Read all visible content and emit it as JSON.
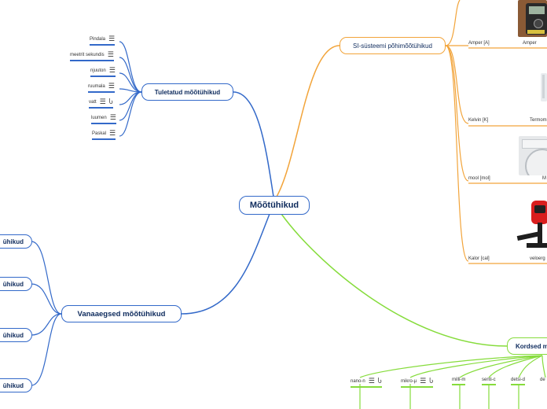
{
  "root": {
    "label": "Mõõtühikud"
  },
  "derived": {
    "label": "Tuletatud mõõtühikud",
    "items": [
      "Pindala",
      "meetrit sekundis",
      "njuuton",
      "ruumala",
      "vatt",
      "luumen",
      "Paskal"
    ]
  },
  "si": {
    "label": "SI-süsteemi põhimõõtühikud",
    "units": [
      "Amper [A]",
      "Kelvin [K]",
      "mool [mol]",
      "Kalor [cal]"
    ],
    "captions": [
      "Amper",
      "Termom",
      "M",
      "veloerg"
    ]
  },
  "old": {
    "label": "Vanaaegsed mõõtühikud",
    "items": [
      "ühikud",
      "ühikud",
      "ühikud",
      "ühikud"
    ]
  },
  "multi": {
    "label": "Kordsed m",
    "items": [
      "nano-n",
      "mikro-µ",
      "milli-m",
      "senti-c",
      "detsi-d",
      "de"
    ]
  },
  "icons": {
    "note": "note-icon",
    "link": "link-icon"
  },
  "colors": {
    "blue": "#3369c9",
    "orange": "#f2a43a",
    "green": "#86dc3c"
  }
}
